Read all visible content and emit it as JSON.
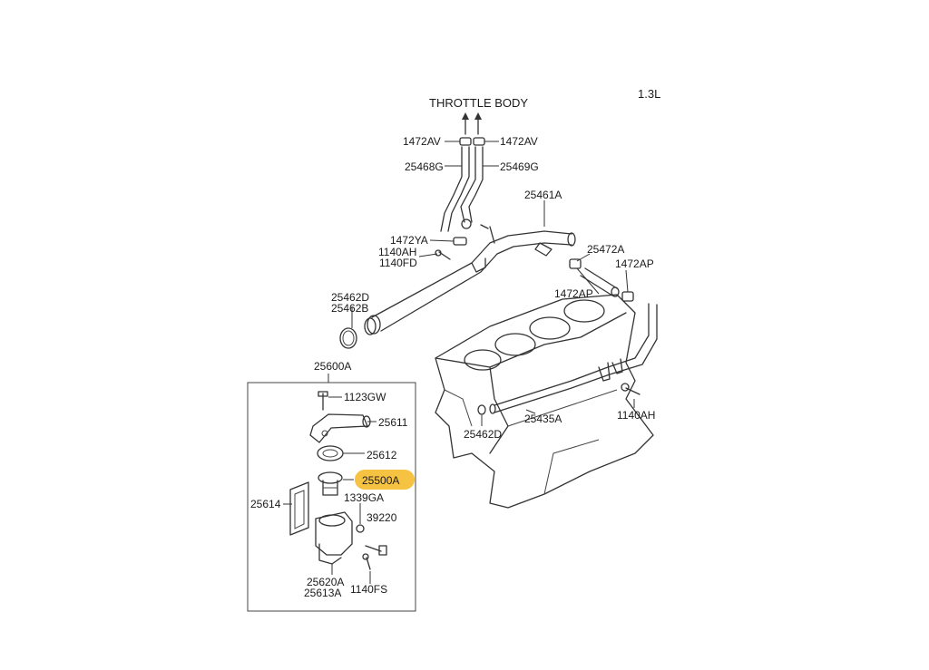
{
  "diagram": {
    "engine_label": "1.3L",
    "destination_label": "THROTTLE BODY",
    "highlight_color": "#f5c242",
    "parts": {
      "p1472AV_left": "1472AV",
      "p1472AV_right": "1472AV",
      "p25468G": "25468G",
      "p25469G": "25469G",
      "p25461A": "25461A",
      "p1472YA": "1472YA",
      "p1140AH_top": "1140AH",
      "p1140FD": "1140FD",
      "p25472A": "25472A",
      "p1472AP_right": "1472AP",
      "p1472AP_mid": "1472AP",
      "p25462D_top": "25462D",
      "p25462B": "25462B",
      "p25600A": "25600A",
      "p1123GW": "1123GW",
      "p25611": "25611",
      "p25612": "25612",
      "p25500A": "25500A",
      "p25614": "25614",
      "p1339GA": "1339GA",
      "p39220": "39220",
      "p25620A": "25620A",
      "p25613A": "25613A",
      "p1140FS": "1140FS",
      "p25462D_bottom": "25462D",
      "p25435A": "25435A",
      "p1140AH_right": "1140AH"
    }
  }
}
